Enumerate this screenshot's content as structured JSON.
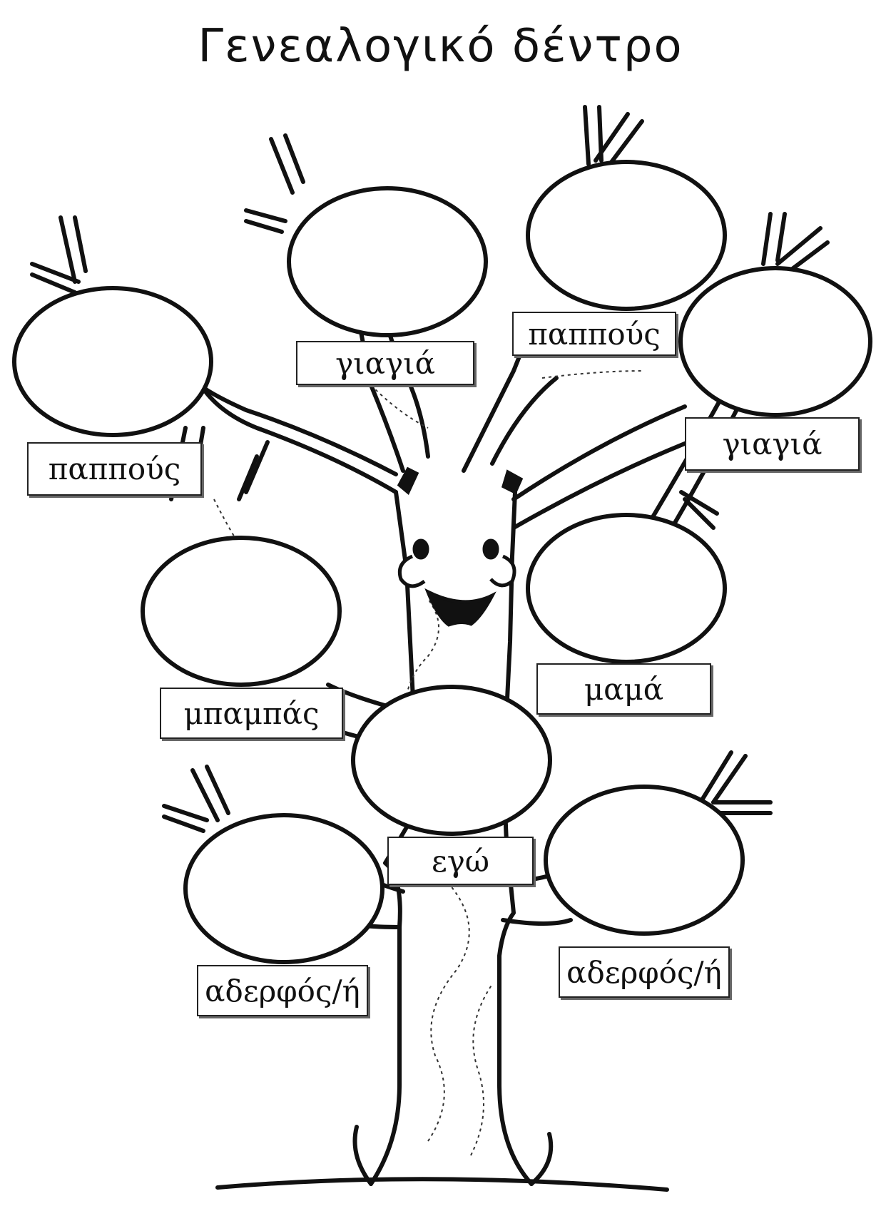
{
  "title": "Γενεαλογικό δέντρο",
  "labels": {
    "grandma_left": "γιαγιά",
    "grandpa_right": "παππούς",
    "grandpa_left": "παππούς",
    "grandma_right": "γιαγιά",
    "dad": "μπαμπάς",
    "mom": "μαμά",
    "me": "εγώ",
    "sibling_left": "αδερφός/ή",
    "sibling_right": "αδερφός/ή"
  }
}
